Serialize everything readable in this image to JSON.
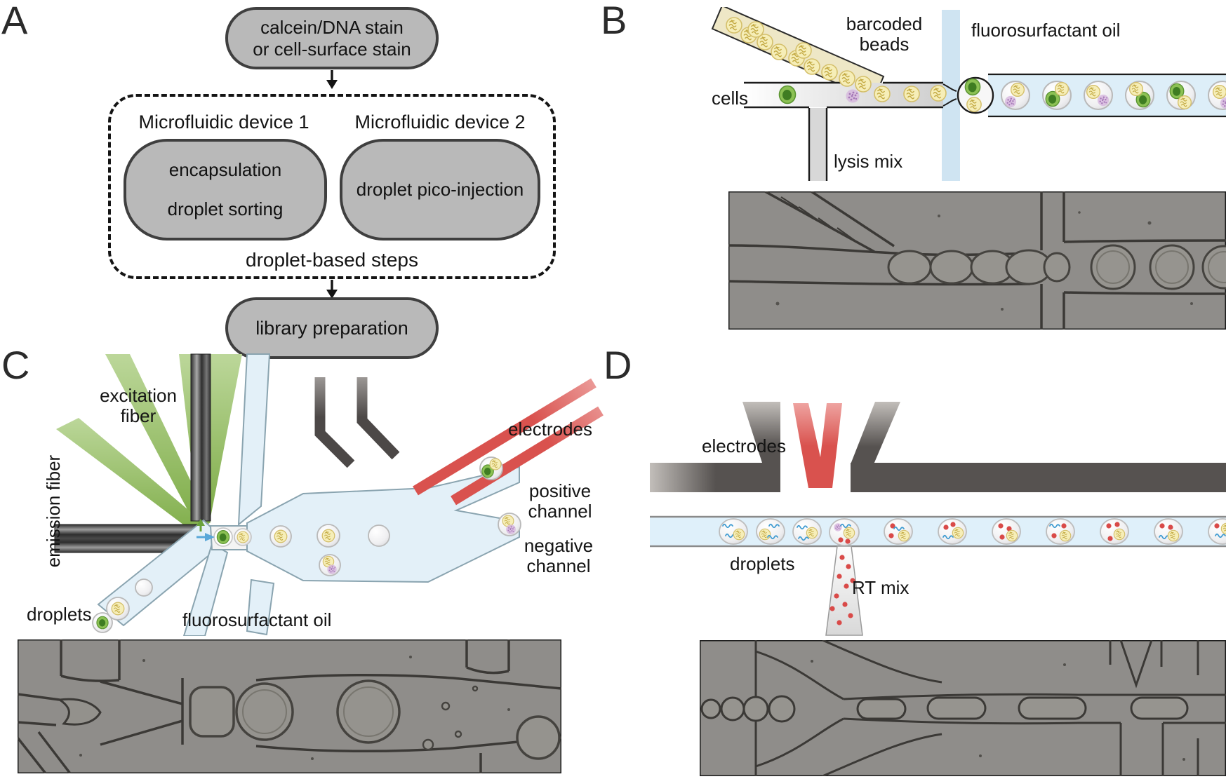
{
  "figure": {
    "panels": {
      "a": {
        "letter": "A",
        "stain_pill": {
          "line1": "calcein/DNA stain",
          "line2": "or cell-surface stain"
        },
        "device1_title": "Microfluidic device 1",
        "device2_title": "Microfluidic device 2",
        "device1_pill": {
          "line1": "encapsulation",
          "line2": "droplet sorting"
        },
        "device2_pill": {
          "line1": "droplet pico-injection"
        },
        "group_caption": "droplet-based steps",
        "library_pill": {
          "line1": "library preparation"
        }
      },
      "b": {
        "letter": "B",
        "labels": {
          "barcoded_line1": "barcoded",
          "barcoded_line2": "beads",
          "oil": "fluorosurfactant oil",
          "cells": "cells",
          "lysis": "lysis mix"
        }
      },
      "c": {
        "letter": "C",
        "labels": {
          "excitation_line1": "excitation",
          "excitation_line2": "fiber",
          "emission": "emission fiber",
          "electrodes": "electrodes",
          "positive_line1": "positive",
          "positive_line2": "channel",
          "negative_line1": "negative",
          "negative_line2": "channel",
          "droplets": "droplets",
          "oil": "fluorosurfactant oil"
        }
      },
      "d": {
        "letter": "D",
        "labels": {
          "electrodes": "electrodes",
          "droplets": "droplets",
          "rt_mix": "RT mix"
        }
      }
    },
    "colors": {
      "pill_gray": "#b9b9b9",
      "pill_border": "#3f3f3f",
      "channel_blue": "#ddeef8",
      "oil_blue": "#cfe4f2",
      "bead_yellow": "#f6eeb8",
      "cell_green": "#8cc154",
      "debris_purple": "#d4b3dc",
      "fiber_green": "#8cb556",
      "electrode_dark": "#565250",
      "electrode_red": "#d9524e",
      "enzyme_red": "#d94a48",
      "rna_blue": "#3f9bd1",
      "micrograph_gray": "#8f8d8a"
    }
  }
}
